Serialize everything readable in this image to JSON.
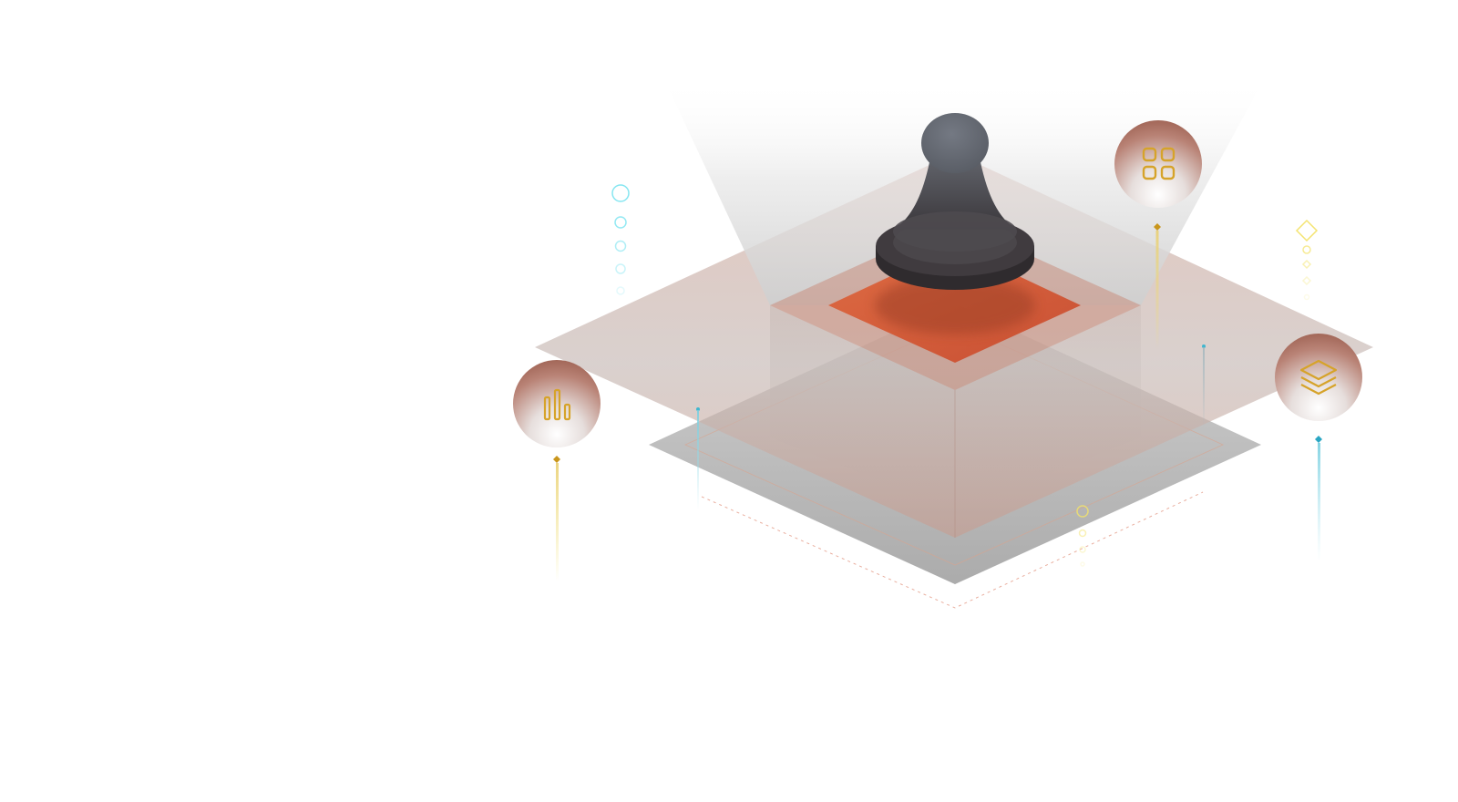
{
  "scene": {
    "subject": "chess-pawn",
    "floating_badges": [
      {
        "name": "badge-bar-chart",
        "icon": "bar-chart-icon"
      },
      {
        "name": "badge-grid-apps",
        "icon": "grid-apps-icon"
      },
      {
        "name": "badge-layers",
        "icon": "layers-icon"
      }
    ],
    "colors": {
      "accent_orange": "#d8552e",
      "icon_gold": "#d6a32a",
      "pawn_dark": "#3f3c3f",
      "pawn_top": "#676b73",
      "cyan": "#79e3f0",
      "yellow": "#f3e36a",
      "plate_gray": "#b9b9b9",
      "plate_tint": "#cfa9a0"
    }
  }
}
